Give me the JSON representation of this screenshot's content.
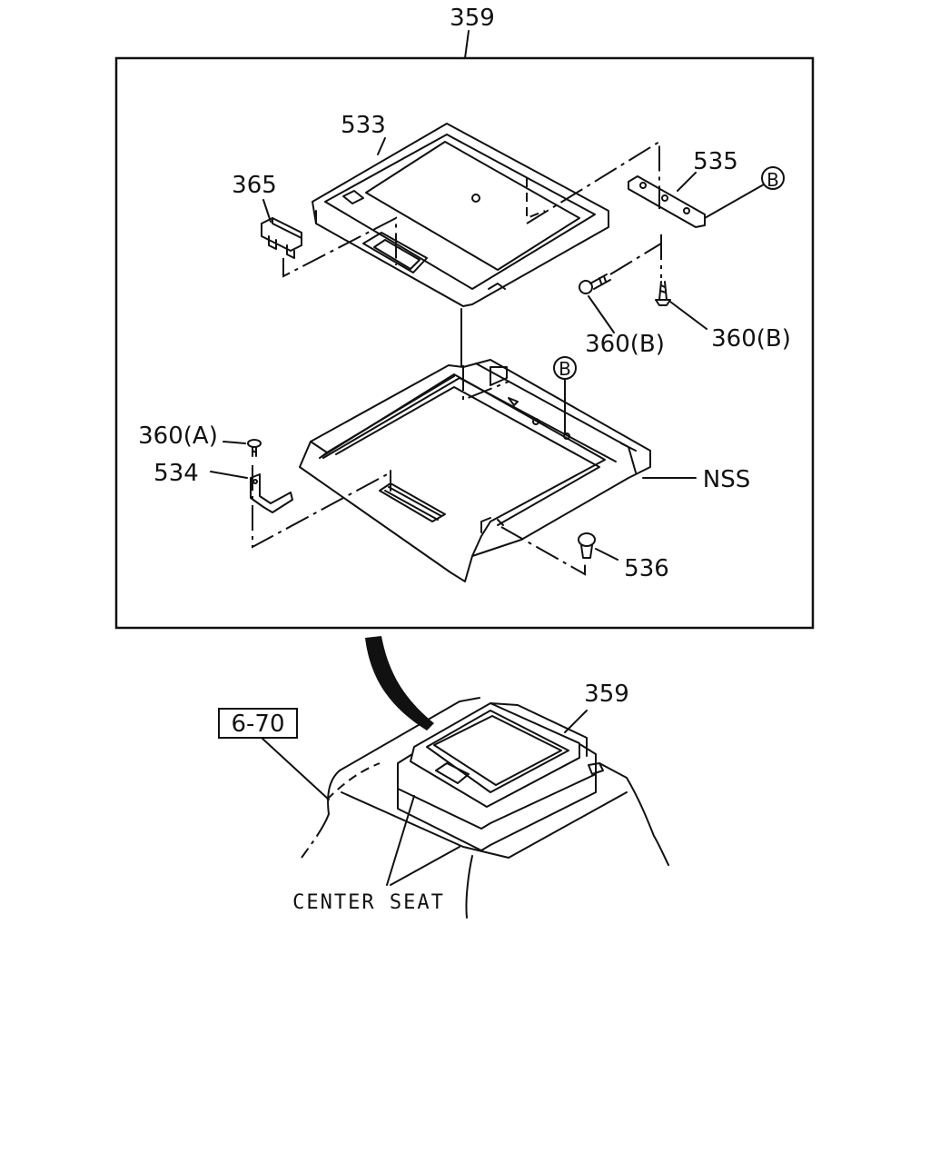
{
  "labels": {
    "assembly": "359",
    "part_533": "533",
    "part_535": "535",
    "part_365": "365",
    "callout_b_top": "B",
    "part_360b_left": "360(B)",
    "part_360b_right": "360(B)",
    "callout_b_mid": "B",
    "part_360a": "360(A)",
    "part_534": "534",
    "nss": "NSS",
    "part_536": "536",
    "ref_box": "6-70",
    "assembly_lower": "359",
    "center_seat": "CENTER SEAT"
  }
}
